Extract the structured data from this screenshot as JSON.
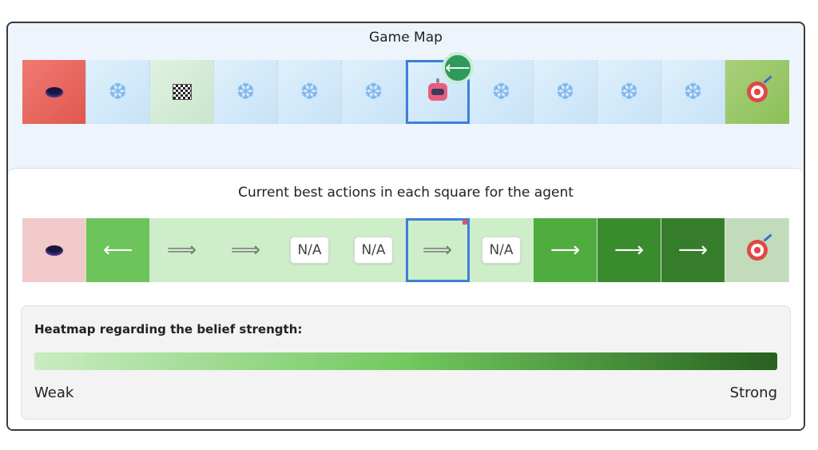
{
  "game_map": {
    "title": "Game Map",
    "agent_direction_icon": "left-arrow-icon",
    "agent_direction_glyph": "⟵",
    "cells": [
      {
        "type": "hole",
        "icon": "hole-icon"
      },
      {
        "type": "ice",
        "icon": "snowflake-icon",
        "glyph": "❆"
      },
      {
        "type": "start",
        "icon": "checkered-flag-icon"
      },
      {
        "type": "ice",
        "icon": "snowflake-icon",
        "glyph": "❆"
      },
      {
        "type": "ice",
        "icon": "snowflake-icon",
        "glyph": "❆"
      },
      {
        "type": "ice",
        "icon": "snowflake-icon",
        "glyph": "❆"
      },
      {
        "type": "agent",
        "icon": "robot-icon",
        "selected": true
      },
      {
        "type": "ice",
        "icon": "snowflake-icon",
        "glyph": "❆"
      },
      {
        "type": "ice",
        "icon": "snowflake-icon",
        "glyph": "❆"
      },
      {
        "type": "ice",
        "icon": "snowflake-icon",
        "glyph": "❆"
      },
      {
        "type": "ice",
        "icon": "snowflake-icon",
        "glyph": "❆"
      },
      {
        "type": "goal",
        "icon": "target-icon"
      }
    ]
  },
  "actions": {
    "title": "Current best actions in each square for the agent",
    "cells": [
      {
        "kind": "hole",
        "icon": "hole-icon",
        "bg": "#f2c9c9"
      },
      {
        "kind": "arrow",
        "text": "⟵",
        "bg": "#6dc45b",
        "color": "#ffffff"
      },
      {
        "kind": "arrow",
        "text": "⟹",
        "bg": "#cdeec8",
        "color": "#7a7a7a"
      },
      {
        "kind": "arrow",
        "text": "⟹",
        "bg": "#cdeec8",
        "color": "#7a7a7a"
      },
      {
        "kind": "na",
        "text": "N/A",
        "bg": "#cdeec8"
      },
      {
        "kind": "na",
        "text": "N/A",
        "bg": "#cdeec8"
      },
      {
        "kind": "arrow",
        "text": "⟹",
        "bg": "#cdeec8",
        "color": "#7a7a7a",
        "selected": true
      },
      {
        "kind": "na",
        "text": "N/A",
        "bg": "#cdeec8"
      },
      {
        "kind": "arrow",
        "text": "⟶",
        "bg": "#4fac3f",
        "color": "#ffffff"
      },
      {
        "kind": "arrow",
        "text": "⟶",
        "bg": "#3a8a2e",
        "color": "#ffffff"
      },
      {
        "kind": "arrow",
        "text": "⟶",
        "bg": "#357d2a",
        "color": "#ffffff"
      },
      {
        "kind": "goal",
        "icon": "target-icon",
        "bg": "#c2dcbb"
      }
    ]
  },
  "heatmap": {
    "label": "Heatmap regarding the belief strength:",
    "weak_label": "Weak",
    "strong_label": "Strong",
    "colors": [
      "#c9ecc2",
      "#72c95e",
      "#27611f"
    ]
  }
}
